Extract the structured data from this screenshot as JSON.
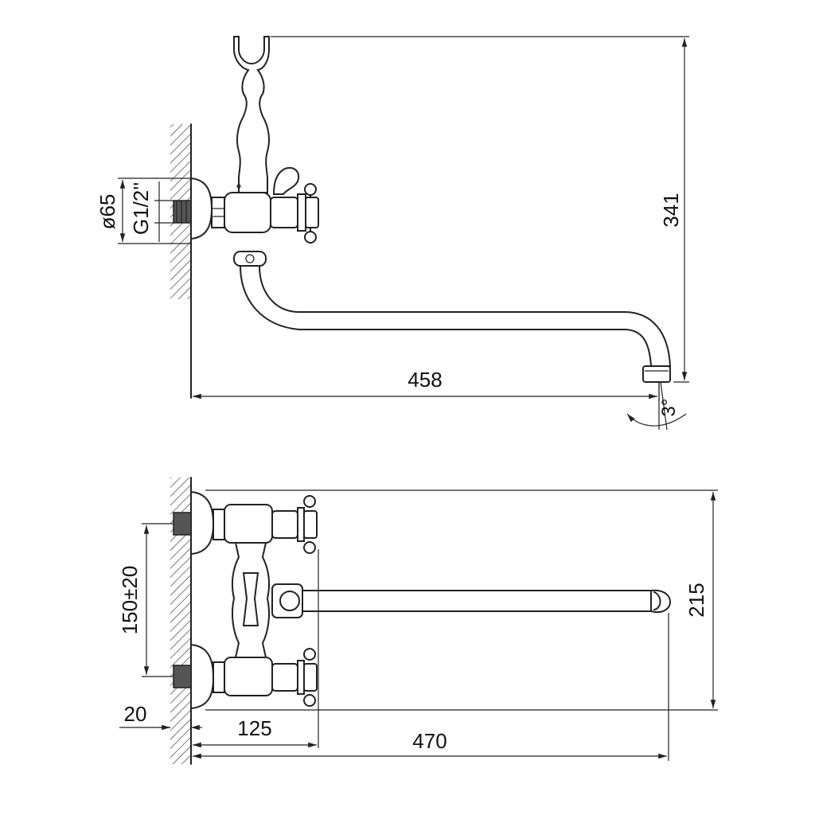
{
  "side_view": {
    "height_label": "341",
    "spout_length_label": "458",
    "angle_label": "3°",
    "flange_diameter_label": "ø65",
    "thread_label": "G1/2''"
  },
  "top_view": {
    "depth_label": "215",
    "center_distance_label": "150±20",
    "wall_offset_label": "20",
    "handle_offset_label": "125",
    "spout_reach_label": "470"
  },
  "colors": {
    "line": "#222222",
    "background": "#ffffff"
  }
}
